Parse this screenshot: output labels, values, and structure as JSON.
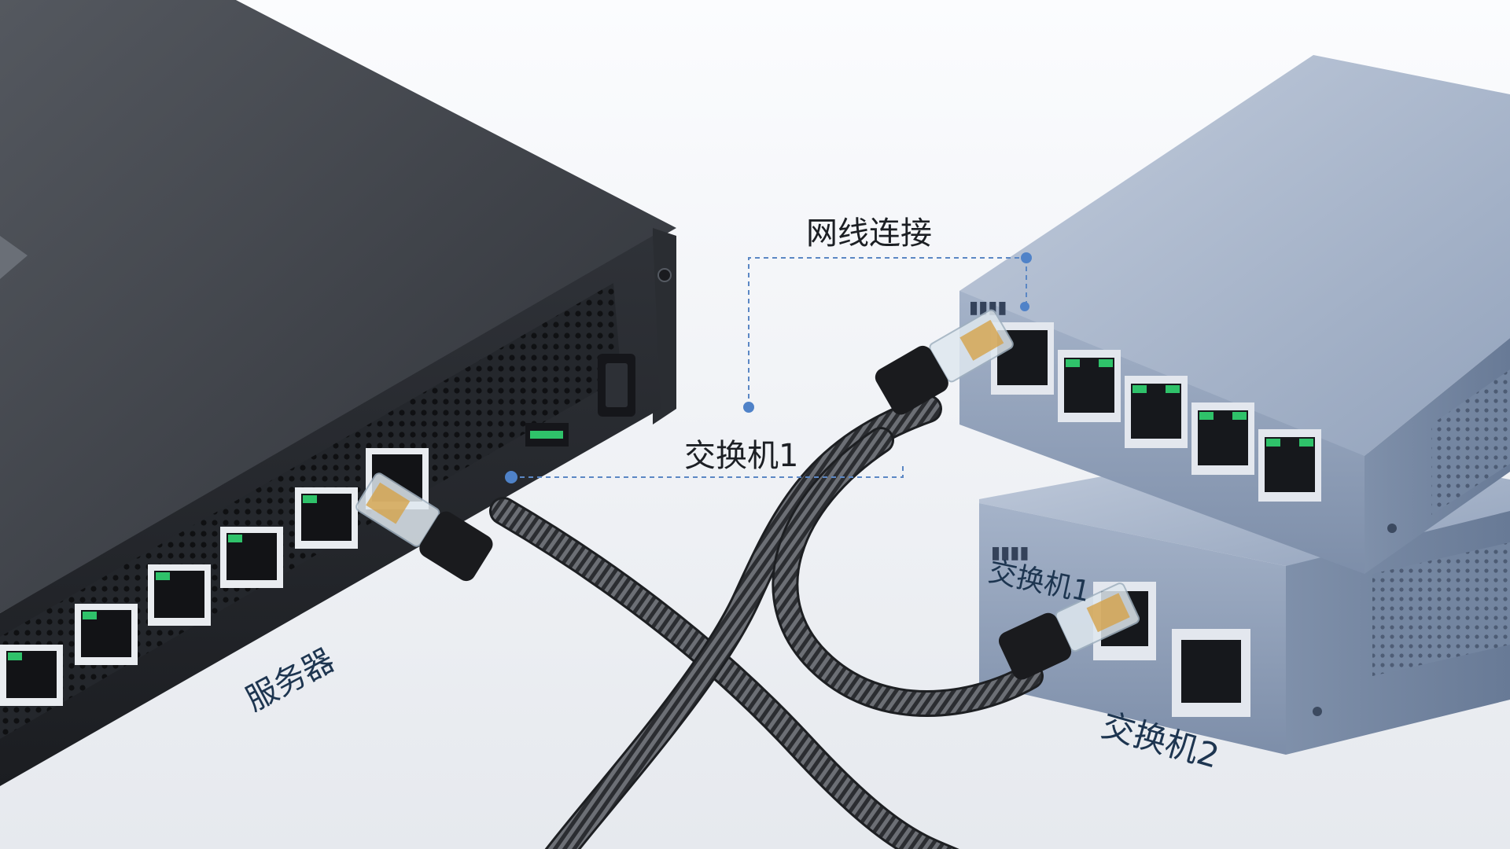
{
  "labels": {
    "network_cable_connection": "网线连接",
    "switch1_callout": "交换机1",
    "server_label": "服务器",
    "switch1_device_label": "交换机1",
    "switch2_label": "交换机2"
  },
  "colors": {
    "background": "#f2f4f7",
    "server_body": "#3b3f45",
    "switch_body": "#8f9fb8",
    "callout_line": "#5b87c4",
    "port_led": "#2fc26a",
    "label_text": "#1d3550"
  }
}
